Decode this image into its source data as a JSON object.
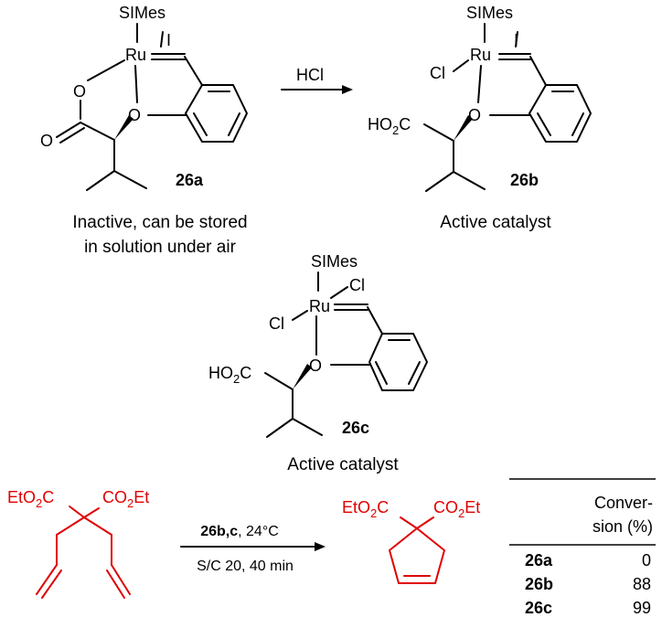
{
  "atoms": {
    "simes": "SIMes",
    "ru": "Ru",
    "iodine": "I",
    "chlorine": "Cl",
    "oxygen": "O",
    "ho2c_a": "HO",
    "ho2c_sub": "2",
    "ho2c_c": "C"
  },
  "compound_a": {
    "label": "26a",
    "caption_line1": "Inactive, can be stored",
    "caption_line2": "in solution under air"
  },
  "arrow1": {
    "reagent": "HCl"
  },
  "compound_b": {
    "label": "26b",
    "caption": "Active catalyst"
  },
  "compound_c": {
    "label": "26c",
    "caption": "Active catalyst"
  },
  "reaction": {
    "ester_left_a": "EtO",
    "ester_left_sub": "2",
    "ester_left_c": "C",
    "ester_right_a": "CO",
    "ester_right_sub": "2",
    "ester_right_b": "Et",
    "conditions_bold": "26b,c",
    "conditions_rest": ", 24°C",
    "conditions_line2": "S/C 20, 40 min"
  },
  "colors": {
    "substrate": "#e00000",
    "structure": "#000000"
  },
  "table": {
    "header_line1": "Conver-",
    "header_line2": "sion (%)",
    "rows": [
      {
        "catalyst": "26a",
        "conversion": "0"
      },
      {
        "catalyst": "26b",
        "conversion": "88"
      },
      {
        "catalyst": "26c",
        "conversion": "99"
      }
    ]
  }
}
